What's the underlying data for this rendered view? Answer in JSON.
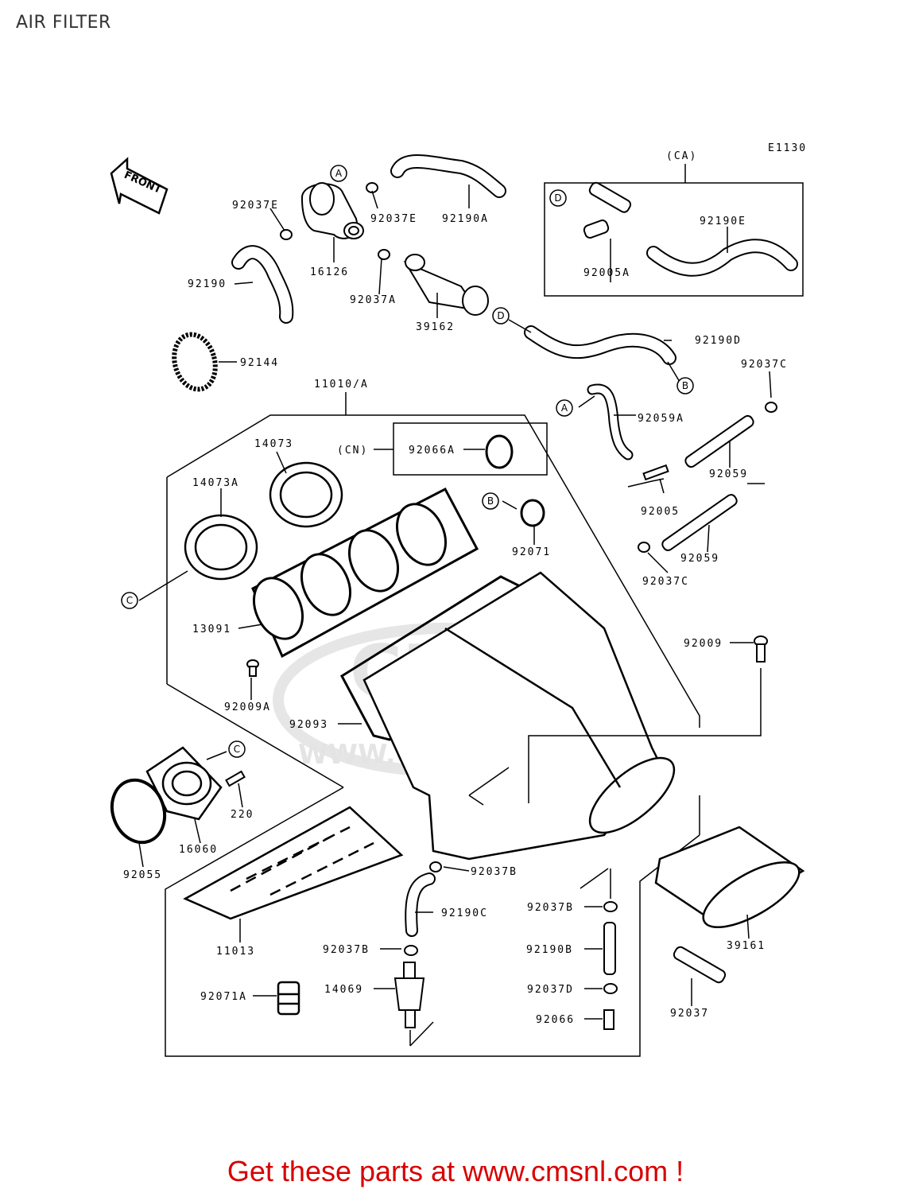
{
  "title": "AIR FILTER",
  "diagram_code": "E1130",
  "front_label": "FRONT",
  "watermark": {
    "brand": "CMS",
    "url": "WWW.CMSNL.COM"
  },
  "footer_text": "Get these parts at www.cmsnl.com !",
  "group_labels": {
    "ca": "(CA)",
    "cn": "(CN)"
  },
  "callout_letters": {
    "a": "A",
    "b": "B",
    "c": "C",
    "d": "D"
  },
  "parts": {
    "p92037E_left": "92037E",
    "p92037E_right": "92037E",
    "p16126": "16126",
    "p92190A": "92190A",
    "p92190E": "92190E",
    "p92005A": "92005A",
    "p92190": "92190",
    "p92037A": "92037A",
    "p39162": "39162",
    "p92190D": "92190D",
    "p92144": "92144",
    "p11010A": "11010/A",
    "p92037C_top": "92037C",
    "p92059A": "92059A",
    "p14073": "14073",
    "p92066A": "92066A",
    "p92059_top": "92059",
    "p14073A": "14073A",
    "p92005": "92005",
    "p92071": "92071",
    "p92059_bot": "92059",
    "p92037C_bot": "92037C",
    "p13091": "13091",
    "p92009": "92009",
    "p92009A": "92009A",
    "p92093": "92093",
    "p220": "220",
    "p16060": "16060",
    "p92055": "92055",
    "p92037B_a": "92037B",
    "p92037B_b": "92037B",
    "p92190C": "92190C",
    "p11013": "11013",
    "p92037B_c": "92037B",
    "p92190B": "92190B",
    "p39161": "39161",
    "p14069": "14069",
    "p92037D": "92037D",
    "p92071A": "92071A",
    "p92066": "92066",
    "p92037": "92037"
  }
}
